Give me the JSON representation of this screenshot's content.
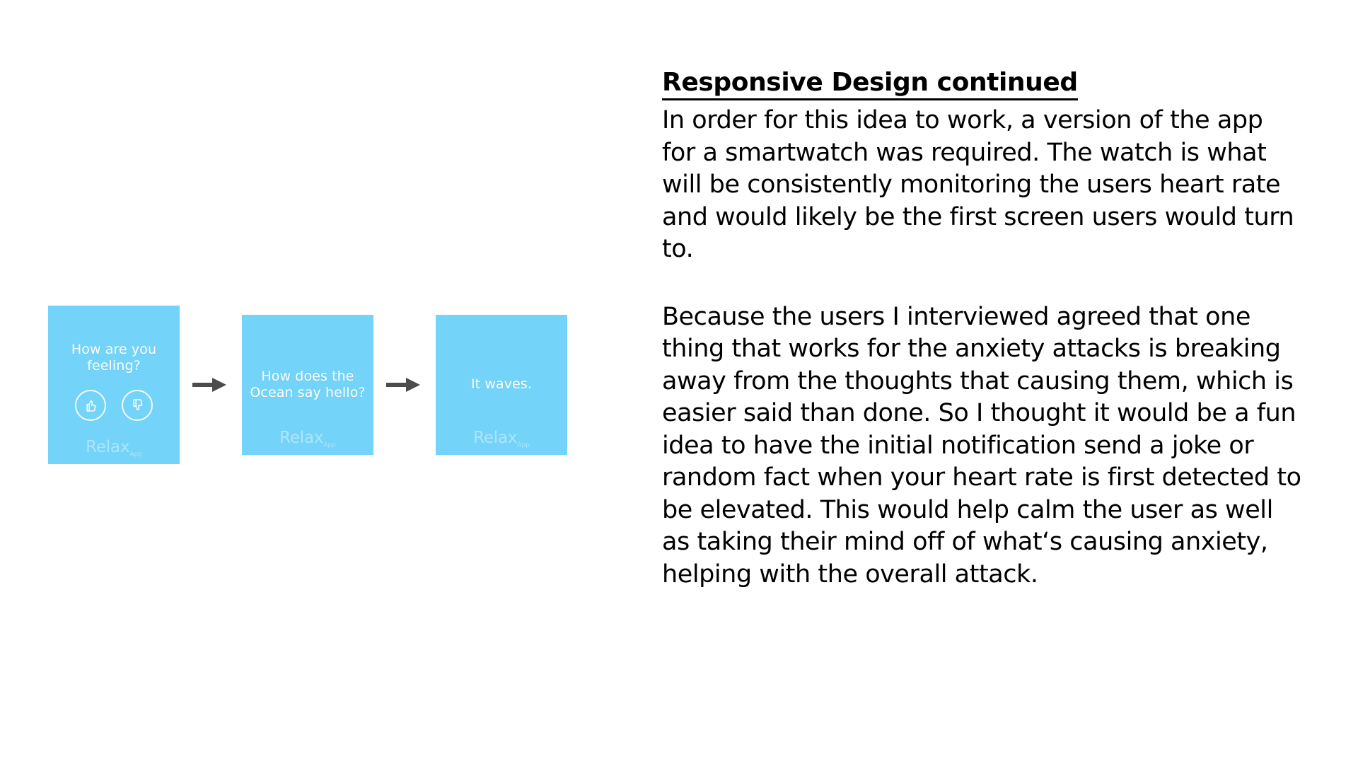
{
  "slide": {
    "background_color": "#ffffff",
    "accent_color": "#74d3f8",
    "arrow_color": "#4c4c4c",
    "text_color": "#000000"
  },
  "flow": {
    "watermark": "Relax",
    "watermark_suffix": "App",
    "screens": [
      {
        "id": "mood-prompt",
        "text": "How are you feeling?",
        "icons": [
          "thumbs-up-icon",
          "thumbs-down-icon"
        ]
      },
      {
        "id": "joke-question",
        "text": "How does the Ocean say hello?",
        "icons": []
      },
      {
        "id": "joke-answer",
        "text": "It waves.",
        "icons": []
      }
    ],
    "arrows": [
      "arrow-right-icon",
      "arrow-right-icon"
    ]
  },
  "content": {
    "heading": "Responsive Design continued",
    "paragraphs": [
      "In order for this idea to work, a version of the app for a smartwatch was required. The watch is what will be consistently monitoring the users heart rate and would likely be the first screen users would turn to.",
      "Because the users I interviewed agreed that one thing that works for the anxiety attacks is breaking away from the thoughts that causing them, which is easier said than done. So I thought it would be a fun idea to have the initial notification send a joke or random fact when your heart rate is first detected to be elevated. This would help calm the user as well as taking their mind off of what‘s causing anxiety, helping with the overall attack."
    ]
  }
}
